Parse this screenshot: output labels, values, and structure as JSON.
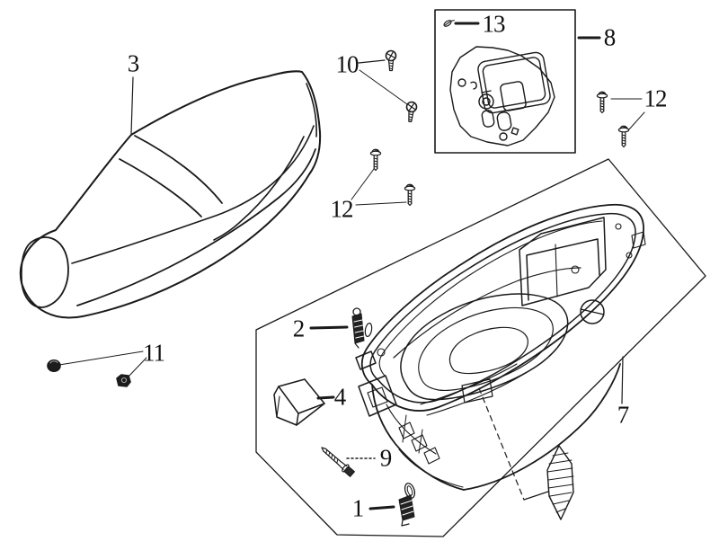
{
  "figure": {
    "type": "exploded-parts-diagram",
    "background_color": "#ffffff",
    "line_color": "#1a1a1a",
    "label_color": "#111111",
    "part_numbers_shown": [
      "1",
      "2",
      "3",
      "4",
      "7",
      "8",
      "9",
      "10",
      "11",
      "12",
      "12",
      "13"
    ]
  },
  "callouts": {
    "latch": {
      "number": "1"
    },
    "clip": {
      "number": "2"
    },
    "seat": {
      "number": "3"
    },
    "pad": {
      "number": "4"
    },
    "box": {
      "number": "7"
    },
    "tray": {
      "number": "8"
    },
    "bolt": {
      "number": "9"
    },
    "screws_top": {
      "number": "10"
    },
    "nuts": {
      "number": "11"
    },
    "screws_mid": {
      "number": "12"
    },
    "screws_right": {
      "number": "12"
    },
    "pin": {
      "number": "13"
    }
  }
}
